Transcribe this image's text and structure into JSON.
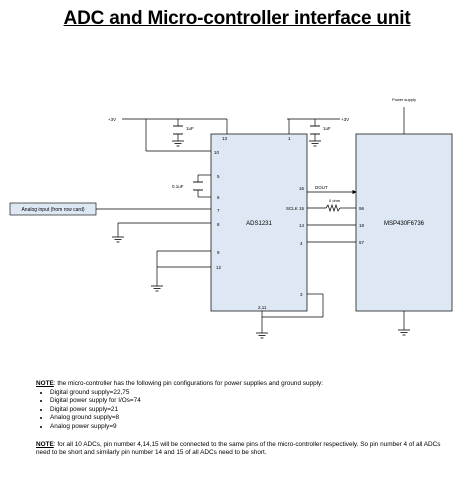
{
  "title": "ADC and Micro-controller interface unit",
  "supply": {
    "left_rail": "+3V",
    "right_rail": "+3V",
    "cap_left": "1uF",
    "cap_right": "1uF",
    "cap_pin5": "0.1uF",
    "mcu_supply": "Power supply"
  },
  "adc": {
    "name": "ADS1231",
    "pins": {
      "p13": "13",
      "p1": "1",
      "p10": "10",
      "p5": "5",
      "p6": "6",
      "p7": "7",
      "p8": "8",
      "p9": "9",
      "p12": "12",
      "p16": "16",
      "p15": "15",
      "p14": "14",
      "p4": "4",
      "p3": "3",
      "p2_11": "2,11"
    },
    "sclk_label": "SCLK"
  },
  "mcu": {
    "name": "MSP430F6736",
    "pins": {
      "p96": "96",
      "p18": "18",
      "p57": "57"
    }
  },
  "signals": {
    "dout": "DOUT",
    "resistor": "0 ohm"
  },
  "input_box": "Analog input (from row card)",
  "notes": {
    "note1_tag": "NOTE",
    "note1_text": ": the micro-controller has the following pin configurations for power supplies and ground supply:",
    "bullets": [
      "Digital ground supply=22,75",
      "Digital power supply for I/Os=74",
      "Digital power supply=21",
      "Analog ground supply=8",
      "Analog power supply=9"
    ],
    "note2_tag": "NOTE",
    "note2_text": ": for all 10 ADCs, pin number 4,14,15 will be connected to the same pins of the micro-controller respectively. So pin number 4 of all ADCs need to be short and similarly pin number 14 and 15 of all ADCs need to be short."
  }
}
